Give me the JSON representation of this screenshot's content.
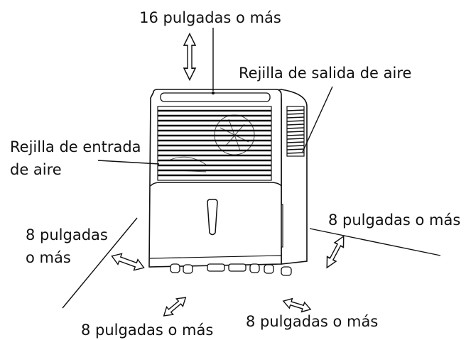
{
  "labels": {
    "top_clearance": "16 pulgadas o más",
    "outlet_grille": "Rejilla de salida de aire",
    "inlet_grille_line1": "Rejilla de entrada",
    "inlet_grille_line2": "de aire",
    "left_clearance_line1": "8 pulgadas",
    "left_clearance_line2": "o más",
    "right_clearance": "8 pulgadas o más",
    "bottom_left_clearance": "8 pulgadas o más",
    "bottom_right_clearance": "8 pulgadas o más"
  }
}
